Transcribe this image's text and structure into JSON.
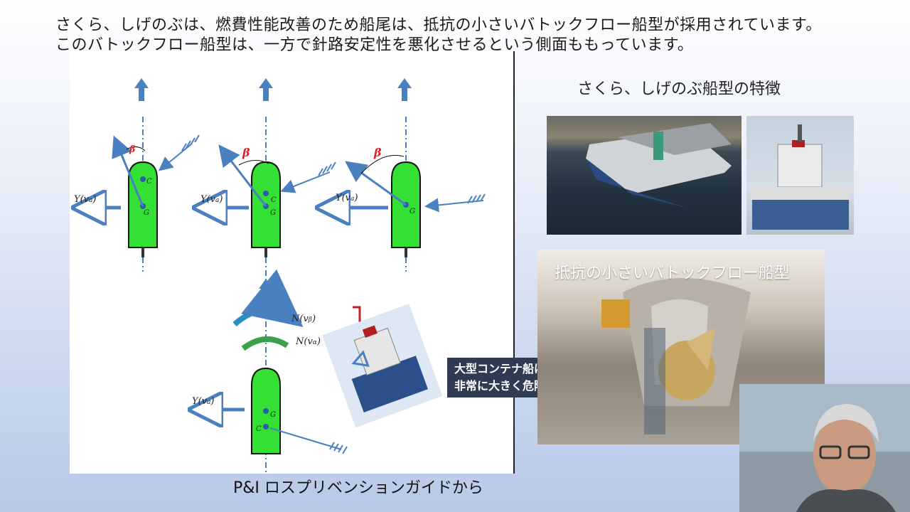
{
  "intro": {
    "line1": "さくら、しげのぶは、燃費性能改善のため船尾は、抵抗の小さいバトックフロー船型が採用されています。",
    "line2": "このバトックフロー船型は、一方で針路安定性を悪化させるという側面ももっています。"
  },
  "diagram": {
    "labels": {
      "beta": "β",
      "c": "C",
      "g": "G",
      "y_force": "Y(v",
      "y_sub": "a",
      "n_beta": "N(v",
      "n_beta_sub": "β",
      "n_alpha": "N(v",
      "n_alpha_sub": "α"
    },
    "warning": {
      "line1": "大型コンテナ船は、",
      "line2": "非常に大きく危険"
    },
    "colors": {
      "hull": "#33e033",
      "arrow": "#4a7fc0",
      "beta": "#e0202a",
      "warning_bg": "#2e3b52",
      "bracket": "#c0202a"
    }
  },
  "caption": "P&I ロスプリベンションガイドから",
  "right": {
    "title": "さくら、しげのぶ船型の特徴",
    "photo_overlay": "抵抗の小さいバトックフロー船型"
  }
}
